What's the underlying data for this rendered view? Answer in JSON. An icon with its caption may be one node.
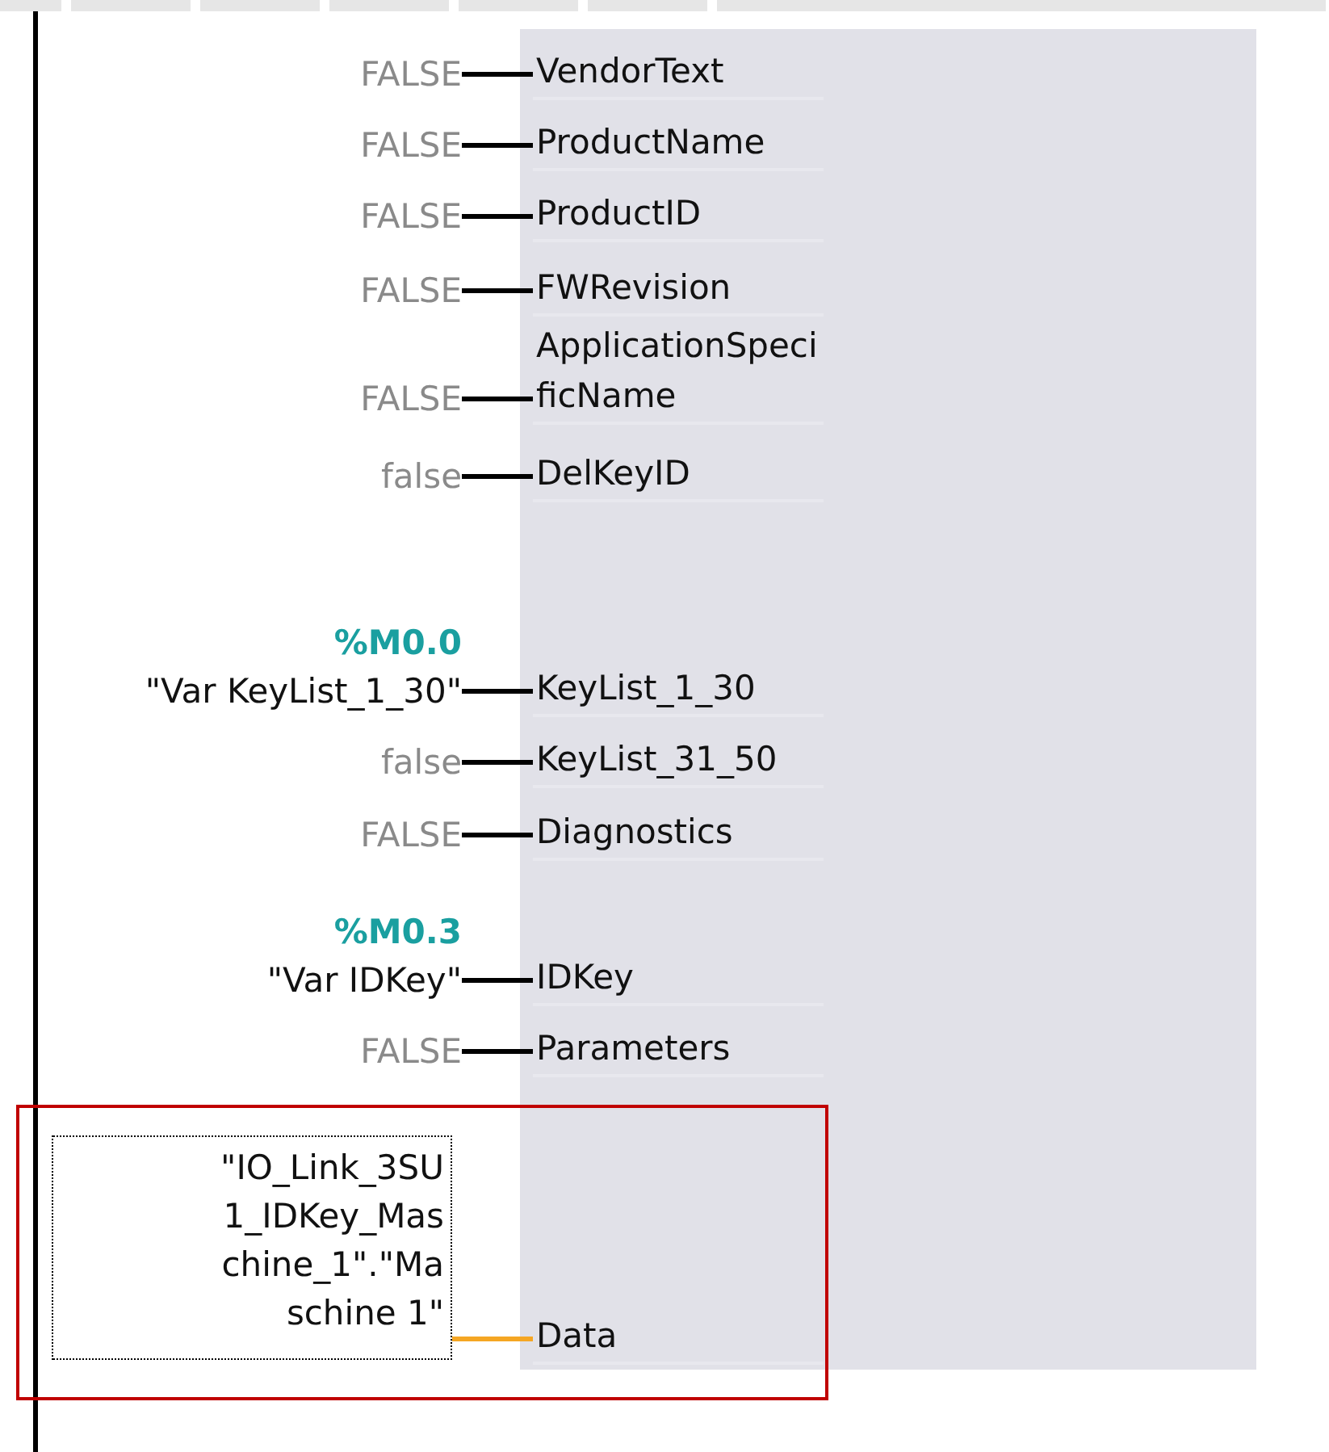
{
  "diagram": {
    "nodes": [
      {
        "text": [],
        "shape": "box"
      },
      {
        "text": [
          "VendorText"
        ],
        "in": 0
      },
      {
        "text": [
          "ProductName"
        ],
        "in": 0
      },
      {
        "text": [
          "ProductID"
        ],
        "in": 0
      },
      {
        "text": [
          "FWRevision"
        ],
        "in": 0
      },
      {
        "text": [
          "ApplicationSpecificName"
        ],
        "in": 0
      },
      {
        "text": [
          "DelKeyID"
        ],
        "in": 0
      },
      {
        "text": [
          "KeyList_1_30"
        ],
        "in": 0
      },
      {
        "text": [
          "KeyList_31_50"
        ],
        "in": 0
      },
      {
        "text": [
          "Diagnostics"
        ],
        "in": 0
      },
      {
        "text": [
          "IDKey"
        ],
        "in": 0
      },
      {
        "text": [
          "Parameters"
        ],
        "in": 0
      },
      {
        "text": [
          "Data"
        ],
        "in": 0
      },
      {
        "text": [
          "FALSE"
        ]
      },
      {
        "text": [
          "FALSE"
        ]
      },
      {
        "text": [
          "FALSE"
        ]
      },
      {
        "text": [
          "FALSE"
        ]
      },
      {
        "text": [
          "FALSE"
        ]
      },
      {
        "text": [
          "false"
        ]
      },
      {
        "text": [
          "%M0.0",
          "\"Var KeyList_1_30\""
        ]
      },
      {
        "text": [
          "false"
        ]
      },
      {
        "text": [
          "FALSE"
        ]
      },
      {
        "text": [
          "%M0.3",
          "\"Var IDKey\""
        ]
      },
      {
        "text": [
          "FALSE"
        ]
      },
      {
        "text": [
          "\"IO_Link_3SU1_IDKey_Maschine_1\".\"Maschine 1\""
        ]
      }
    ],
    "edges": [
      {
        "from": 13,
        "to": 1,
        "arrow": "none"
      },
      {
        "from": 14,
        "to": 2,
        "arrow": "none"
      },
      {
        "from": 15,
        "to": 3,
        "arrow": "none"
      },
      {
        "from": 16,
        "to": 4,
        "arrow": "none"
      },
      {
        "from": 17,
        "to": 5,
        "arrow": "none"
      },
      {
        "from": 18,
        "to": 6,
        "arrow": "none"
      },
      {
        "from": 19,
        "to": 7,
        "arrow": "none"
      },
      {
        "from": 20,
        "to": 8,
        "arrow": "none"
      },
      {
        "from": 21,
        "to": 9,
        "arrow": "none"
      },
      {
        "from": 22,
        "to": 10,
        "arrow": "none"
      },
      {
        "from": 23,
        "to": 11,
        "arrow": "none"
      },
      {
        "from": 24,
        "to": 12,
        "arrow": "none",
        "color": "#f5a623"
      }
    ]
  }
}
